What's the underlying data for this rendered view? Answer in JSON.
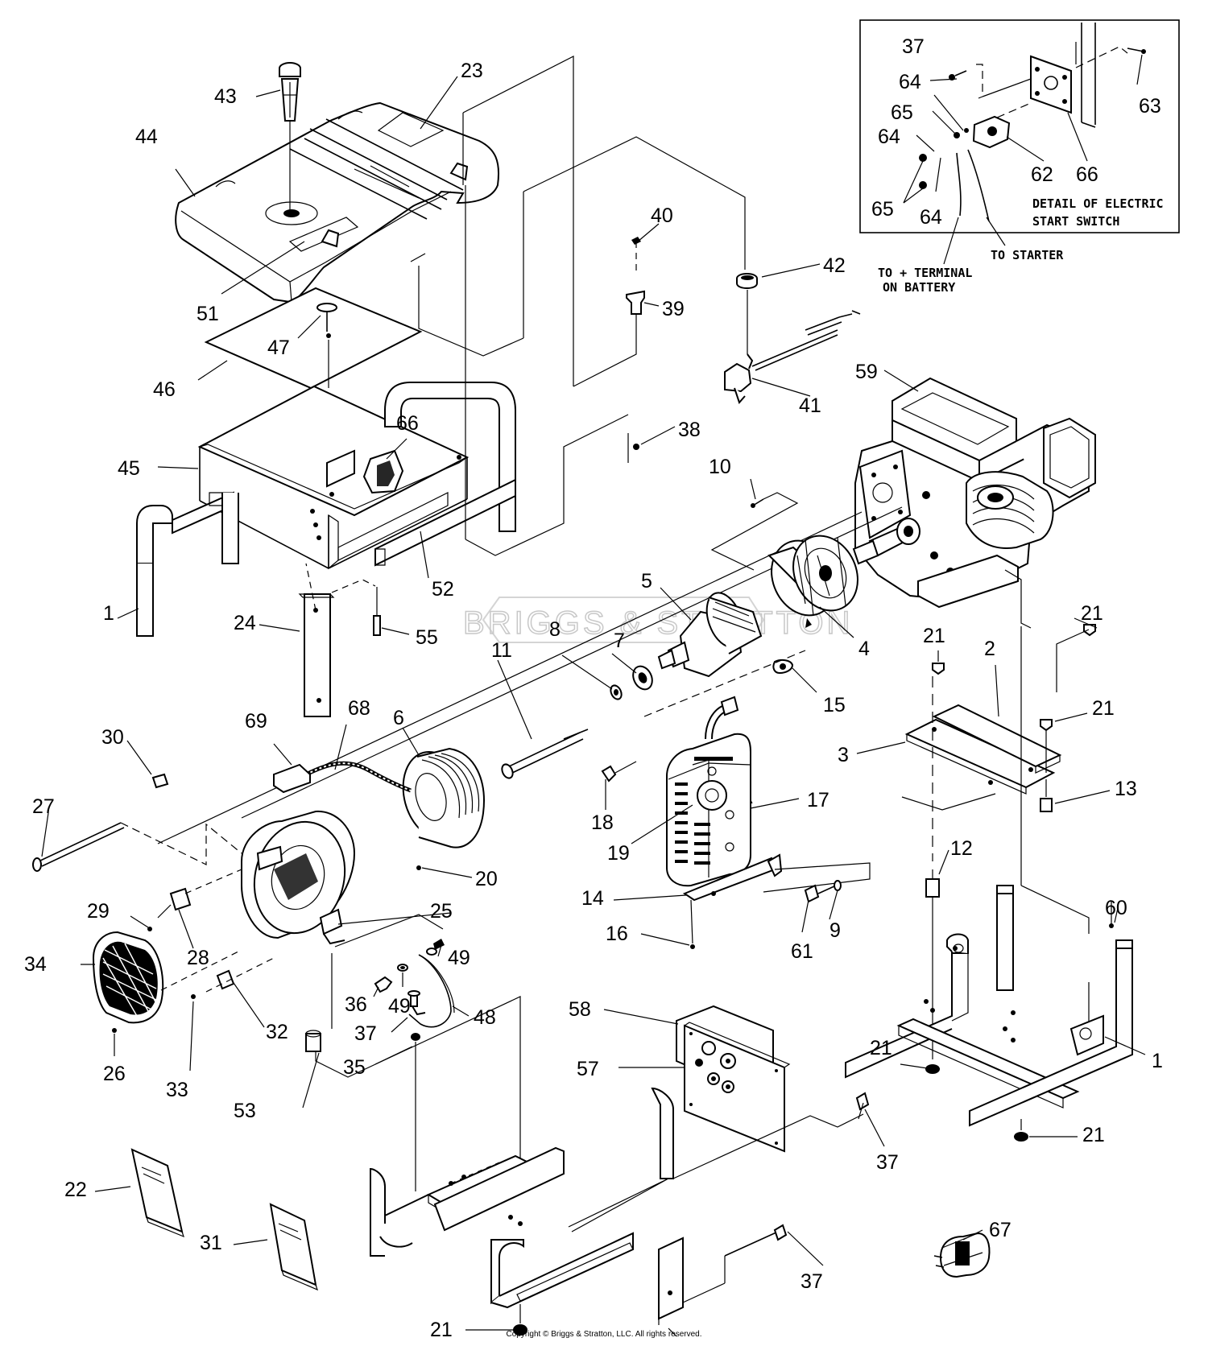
{
  "watermark": "BRIGGS & STRATTON",
  "copyright": "Copyright © Briggs & Stratton, LLC. All rights reserved.",
  "detail": {
    "title_line1": "DETAIL OF ELECTRIC",
    "title_line2": "START SWITCH",
    "to_starter": "TO STARTER",
    "to_terminal_line1": "TO + TERMINAL",
    "to_terminal_line2": "ON BATTERY"
  },
  "callouts": [
    {
      "id": "c43",
      "text": "43"
    },
    {
      "id": "c23",
      "text": "23"
    },
    {
      "id": "c44",
      "text": "44"
    },
    {
      "id": "c51",
      "text": "51"
    },
    {
      "id": "c47",
      "text": "47"
    },
    {
      "id": "c46",
      "text": "46"
    },
    {
      "id": "c45",
      "text": "45"
    },
    {
      "id": "c66a",
      "text": "66"
    },
    {
      "id": "c52",
      "text": "52"
    },
    {
      "id": "c1a",
      "text": "1"
    },
    {
      "id": "c24",
      "text": "24"
    },
    {
      "id": "c55",
      "text": "55"
    },
    {
      "id": "c40",
      "text": "40"
    },
    {
      "id": "c39",
      "text": "39"
    },
    {
      "id": "c42",
      "text": "42"
    },
    {
      "id": "c41",
      "text": "41"
    },
    {
      "id": "c38",
      "text": "38"
    },
    {
      "id": "c10",
      "text": "10"
    },
    {
      "id": "c59",
      "text": "59"
    },
    {
      "id": "c37a",
      "text": "37"
    },
    {
      "id": "c64a",
      "text": "64"
    },
    {
      "id": "c65a",
      "text": "65"
    },
    {
      "id": "c64b",
      "text": "64"
    },
    {
      "id": "c65b",
      "text": "65"
    },
    {
      "id": "c64c",
      "text": "64"
    },
    {
      "id": "c62",
      "text": "62"
    },
    {
      "id": "c66b",
      "text": "66"
    },
    {
      "id": "c63",
      "text": "63"
    },
    {
      "id": "c5",
      "text": "5"
    },
    {
      "id": "c8",
      "text": "8"
    },
    {
      "id": "c7",
      "text": "7"
    },
    {
      "id": "c4",
      "text": "4"
    },
    {
      "id": "c15",
      "text": "15"
    },
    {
      "id": "c21a",
      "text": "21"
    },
    {
      "id": "c21b",
      "text": "21"
    },
    {
      "id": "c2",
      "text": "2"
    },
    {
      "id": "c21c",
      "text": "21"
    },
    {
      "id": "c3",
      "text": "3"
    },
    {
      "id": "c13",
      "text": "13"
    },
    {
      "id": "c11",
      "text": "11"
    },
    {
      "id": "c69",
      "text": "69"
    },
    {
      "id": "c68",
      "text": "68"
    },
    {
      "id": "c6",
      "text": "6"
    },
    {
      "id": "c30",
      "text": "30"
    },
    {
      "id": "c27",
      "text": "27"
    },
    {
      "id": "c18",
      "text": "18"
    },
    {
      "id": "c17",
      "text": "17"
    },
    {
      "id": "c19",
      "text": "19"
    },
    {
      "id": "c12",
      "text": "12"
    },
    {
      "id": "c20",
      "text": "20"
    },
    {
      "id": "c29",
      "text": "29"
    },
    {
      "id": "c28",
      "text": "28"
    },
    {
      "id": "c25",
      "text": "25"
    },
    {
      "id": "c14",
      "text": "14"
    },
    {
      "id": "c16",
      "text": "16"
    },
    {
      "id": "c61",
      "text": "61"
    },
    {
      "id": "c9",
      "text": "9"
    },
    {
      "id": "c60",
      "text": "60"
    },
    {
      "id": "c34",
      "text": "34"
    },
    {
      "id": "c49a",
      "text": "49"
    },
    {
      "id": "c36",
      "text": "36"
    },
    {
      "id": "c49b",
      "text": "49"
    },
    {
      "id": "c48",
      "text": "48"
    },
    {
      "id": "c26",
      "text": "26"
    },
    {
      "id": "c32",
      "text": "32"
    },
    {
      "id": "c33",
      "text": "33"
    },
    {
      "id": "c37b",
      "text": "37"
    },
    {
      "id": "c35",
      "text": "35"
    },
    {
      "id": "c58",
      "text": "58"
    },
    {
      "id": "c57",
      "text": "57"
    },
    {
      "id": "c1b",
      "text": "1"
    },
    {
      "id": "c21d",
      "text": "21"
    },
    {
      "id": "c21e",
      "text": "21"
    },
    {
      "id": "c53",
      "text": "53"
    },
    {
      "id": "c37c",
      "text": "37"
    },
    {
      "id": "c22",
      "text": "22"
    },
    {
      "id": "c31",
      "text": "31"
    },
    {
      "id": "c67",
      "text": "67"
    },
    {
      "id": "c37d",
      "text": "37"
    },
    {
      "id": "c21f",
      "text": "21"
    }
  ]
}
